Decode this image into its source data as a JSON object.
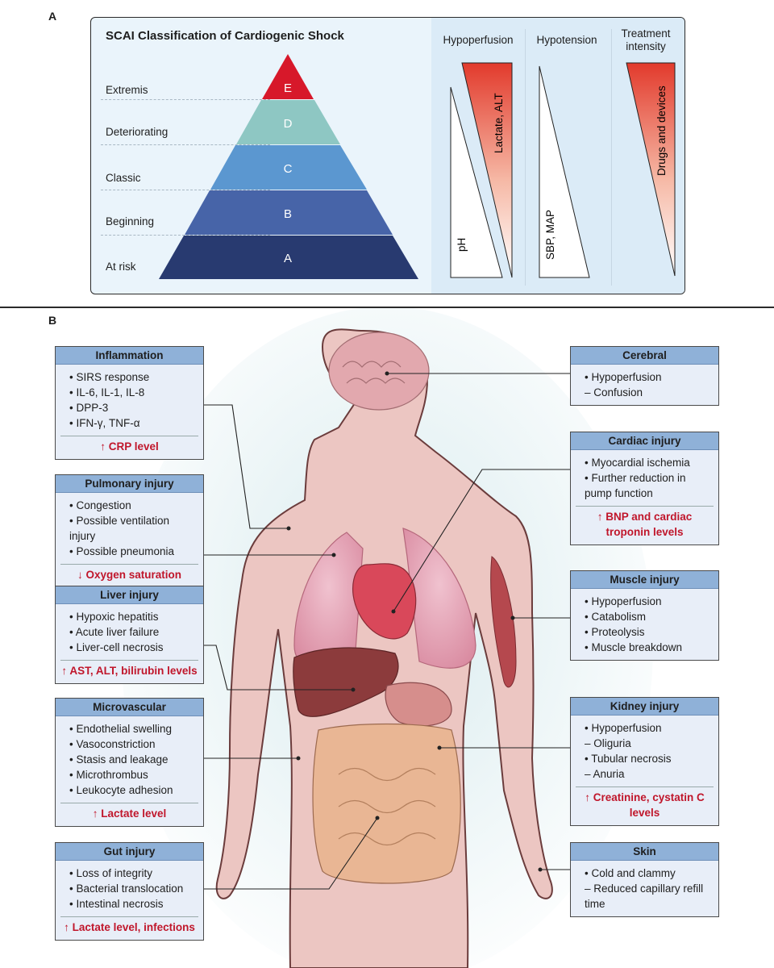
{
  "panel_a": {
    "letter": "A",
    "title": "SCAI Classification of Cardiogenic Shock",
    "levels": [
      {
        "label": "Extremis",
        "letter": "E",
        "color": "#d7182a"
      },
      {
        "label": "Deteriorating",
        "letter": "D",
        "color": "#8ec7c3"
      },
      {
        "label": "Classic",
        "letter": "C",
        "color": "#5b97d0"
      },
      {
        "label": "Beginning",
        "letter": "B",
        "color": "#4764a8"
      },
      {
        "label": "At risk",
        "letter": "A",
        "color": "#283a70"
      }
    ],
    "columns": [
      {
        "heading": "Hypoperfusion",
        "wedges": [
          "pH",
          "Lactate, ALT"
        ]
      },
      {
        "heading": "Hypotension",
        "wedges": [
          "SBP, MAP"
        ]
      },
      {
        "heading": "Treatment intensity",
        "wedges": [
          "Drugs and devices"
        ]
      }
    ]
  },
  "panel_b": {
    "letter": "B",
    "left_boxes": [
      {
        "title": "Inflammation",
        "items": [
          "• SIRS response",
          "• IL-6, IL-1, IL-8",
          "• DPP-3",
          "• IFN-γ, TNF-α"
        ],
        "result": "↑ CRP level"
      },
      {
        "title": "Pulmonary injury",
        "items": [
          "• Congestion",
          "• Possible ventilation injury",
          "• Possible pneumonia"
        ],
        "result": "↓ Oxygen saturation"
      },
      {
        "title": "Liver injury",
        "items": [
          "• Hypoxic hepatitis",
          "• Acute liver failure",
          "• Liver-cell necrosis"
        ],
        "result": "↑ AST, ALT, bilirubin levels"
      },
      {
        "title": "Microvascular",
        "items": [
          "• Endothelial swelling",
          "• Vasoconstriction",
          "• Stasis and leakage",
          "• Microthrombus",
          "• Leukocyte adhesion"
        ],
        "result": "↑ Lactate level"
      },
      {
        "title": "Gut injury",
        "items": [
          "• Loss of integrity",
          "• Bacterial translocation",
          "• Intestinal necrosis"
        ],
        "result": "↑ Lactate level, infections"
      }
    ],
    "right_boxes": [
      {
        "title": "Cerebral",
        "items": [
          "• Hypoperfusion",
          "– Confusion"
        ],
        "result": ""
      },
      {
        "title": "Cardiac injury",
        "items": [
          "• Myocardial ischemia",
          "• Further reduction in pump function"
        ],
        "result": "↑ BNP and cardiac troponin levels"
      },
      {
        "title": "Muscle injury",
        "items": [
          "• Hypoperfusion",
          "• Catabolism",
          "• Proteolysis",
          "• Muscle breakdown"
        ],
        "result": ""
      },
      {
        "title": "Kidney injury",
        "items": [
          "• Hypoperfusion",
          "– Oliguria",
          "• Tubular necrosis",
          "– Anuria"
        ],
        "result": "↑ Creatinine, cystatin C levels"
      },
      {
        "title": "Skin",
        "items": [
          "• Cold and clammy",
          "– Reduced capillary refill time"
        ],
        "result": ""
      }
    ]
  }
}
